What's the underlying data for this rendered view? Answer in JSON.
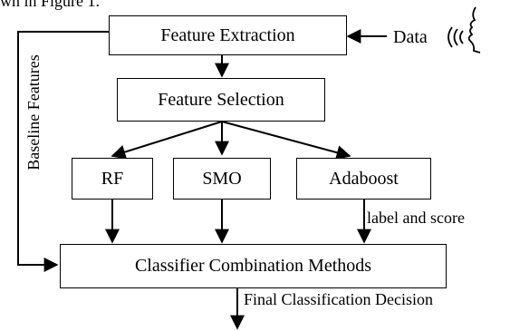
{
  "top_fragment": "wn in Figure 1.",
  "boxes": {
    "extraction": "Feature Extraction",
    "selection": "Feature Selection",
    "rf": "RF",
    "smo": "SMO",
    "adaboost": "Adaboost",
    "combination": "Classifier Combination Methods"
  },
  "labels": {
    "data": "Data",
    "baseline": "Baseline Features",
    "label_score": "label and score",
    "final_decision": "Final Classification Decision"
  },
  "icons": {
    "data_source": "speaking-head-icon"
  }
}
